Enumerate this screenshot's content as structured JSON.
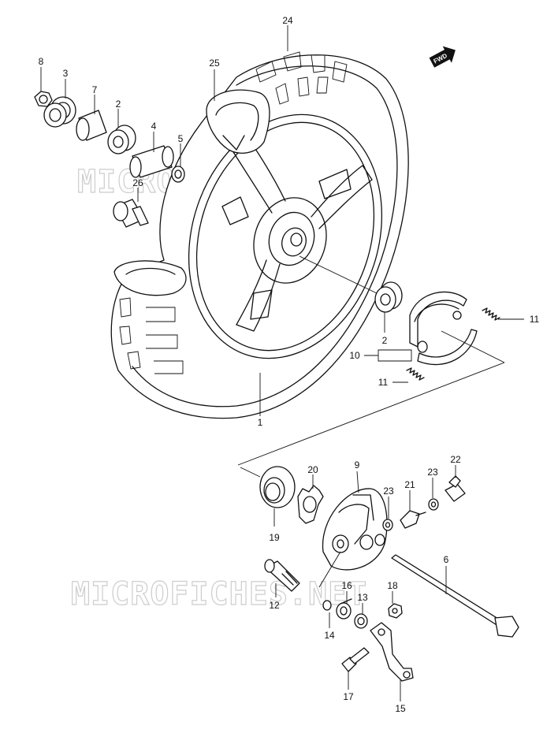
{
  "watermark": "MICROFICHES.NET",
  "fwd_label": "FWD",
  "callouts": [
    {
      "id": "c1",
      "label": "1"
    },
    {
      "id": "c2a",
      "label": "2"
    },
    {
      "id": "c2b",
      "label": "2"
    },
    {
      "id": "c3",
      "label": "3"
    },
    {
      "id": "c4",
      "label": "4"
    },
    {
      "id": "c5",
      "label": "5"
    },
    {
      "id": "c6",
      "label": "6"
    },
    {
      "id": "c7",
      "label": "7"
    },
    {
      "id": "c8",
      "label": "8"
    },
    {
      "id": "c9",
      "label": "9"
    },
    {
      "id": "c10",
      "label": "10"
    },
    {
      "id": "c11a",
      "label": "11"
    },
    {
      "id": "c11b",
      "label": "11"
    },
    {
      "id": "c12",
      "label": "12"
    },
    {
      "id": "c13",
      "label": "13"
    },
    {
      "id": "c14",
      "label": "14"
    },
    {
      "id": "c15",
      "label": "15"
    },
    {
      "id": "c16",
      "label": "16"
    },
    {
      "id": "c17",
      "label": "17"
    },
    {
      "id": "c18",
      "label": "18"
    },
    {
      "id": "c19",
      "label": "19"
    },
    {
      "id": "c20",
      "label": "20"
    },
    {
      "id": "c21",
      "label": "21"
    },
    {
      "id": "c22",
      "label": "22"
    },
    {
      "id": "c23a",
      "label": "23"
    },
    {
      "id": "c23b",
      "label": "23"
    },
    {
      "id": "c24",
      "label": "24"
    },
    {
      "id": "c25",
      "label": "25"
    },
    {
      "id": "c26",
      "label": "26"
    }
  ]
}
